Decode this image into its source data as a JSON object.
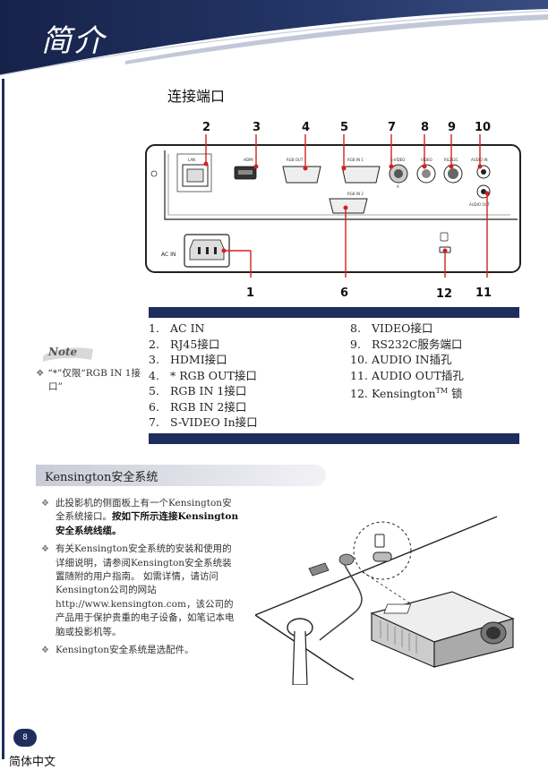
{
  "header": {
    "title": "简介"
  },
  "section": {
    "title": "连接端口"
  },
  "diagram": {
    "top_callouts": [
      "2",
      "3",
      "4",
      "5",
      "7",
      "8",
      "9",
      "10"
    ],
    "bottom_callouts": [
      "1",
      "6",
      "12",
      "11"
    ],
    "panel_labels": {
      "lan": "LAN",
      "hdmi": "HDMI",
      "rgb_out": "RGB OUT",
      "rgb_in1": "RGB IN 1",
      "svideo": "S-VIDEO",
      "video": "VIDEO",
      "rs232": "RS232C",
      "audio_in": "AUDIO IN",
      "audio_out": "AUDIO OUT",
      "rgb_in2": "RGB IN 2",
      "ac_in": "AC IN",
      "svideo_sub": "A"
    }
  },
  "connectors": {
    "left": [
      {
        "n": "1.",
        "label": "AC IN"
      },
      {
        "n": "2.",
        "label": "RJ45接口"
      },
      {
        "n": "3.",
        "label": "HDMI接口"
      },
      {
        "n": "4.",
        "label": "* RGB OUT接口"
      },
      {
        "n": "5.",
        "label": "RGB IN 1接口"
      },
      {
        "n": "6.",
        "label": "RGB IN 2接口"
      },
      {
        "n": "7.",
        "label": "S-VIDEO In接口"
      }
    ],
    "right": [
      {
        "n": "8.",
        "label": "VIDEO接口"
      },
      {
        "n": "9.",
        "label": "RS232C服务端口"
      },
      {
        "n": "10.",
        "label": "AUDIO IN插孔"
      },
      {
        "n": "11.",
        "label": "AUDIO OUT插孔"
      },
      {
        "n": "12.",
        "label": "Kensington",
        "sup": "TM",
        "suffix": " 锁"
      }
    ]
  },
  "note": {
    "label": "Note",
    "text": "“*”仅限“RGB IN 1接口”"
  },
  "kensington": {
    "title": "Kensington安全系统",
    "bullets": [
      {
        "text": "此投影机的侧面板上有一个Kensington安全系统接口。",
        "bold": "按如下所示连接Kensington安全系统线缆。"
      },
      {
        "text": "有关Kensington安全系统的安装和使用的详细说明，请参阅Kensington安全系统装置随附的用户指南。 如需详情，请访问Kensington公司的网站http://www.kensington.com，该公司的产品用于保护贵重的电子设备，如笔记本电脑或投影机等。",
        "bold": ""
      },
      {
        "text": "Kensington安全系统是选配件。",
        "bold": ""
      }
    ],
    "bullet_marker": "❖"
  },
  "footer": {
    "page": "8",
    "language": "简体中文"
  },
  "colors": {
    "navy": "#1e2d5c",
    "callout_red": "#d42020"
  }
}
